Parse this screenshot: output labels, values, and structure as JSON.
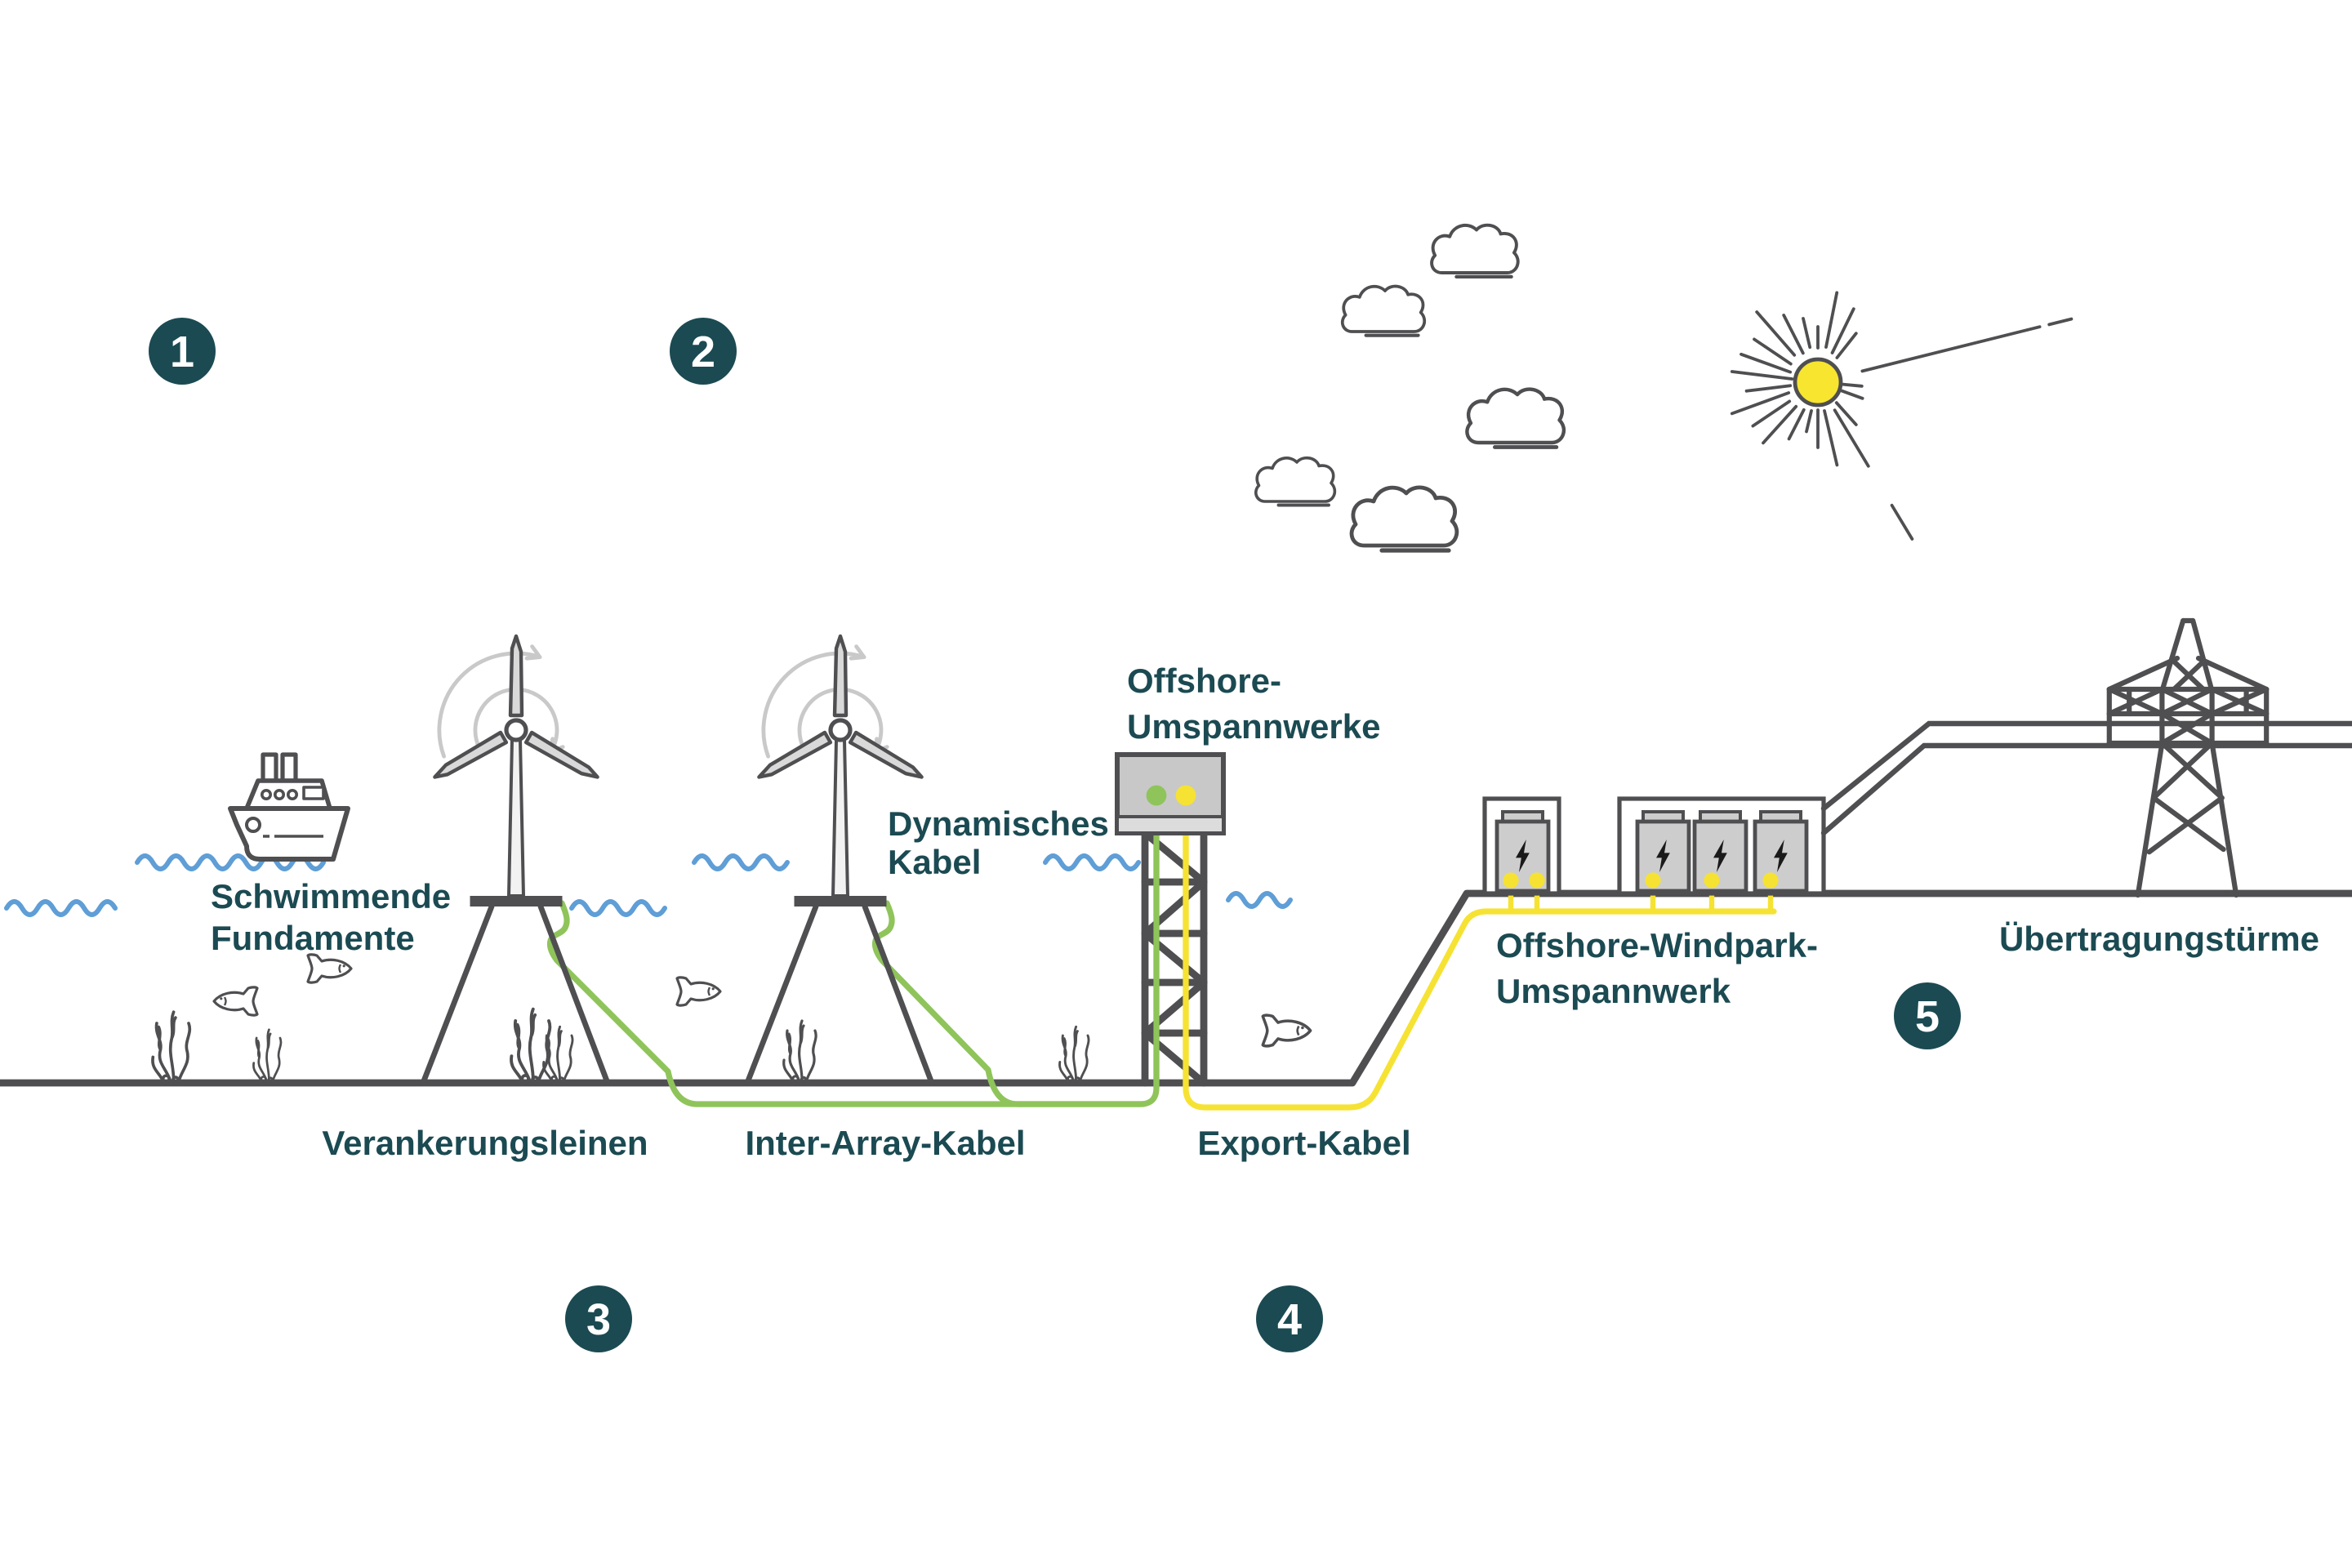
{
  "figure": {
    "markers": {
      "m1": "1",
      "m2": "2",
      "m3": "3",
      "m4": "4",
      "m5": "5"
    },
    "labels": {
      "floating_foundations": {
        "line1": "Schwimmende",
        "line2": "Fundamente"
      },
      "dynamic_cable": {
        "line1": "Dynamisches",
        "line2": "Kabel"
      },
      "offshore_substations": {
        "line1": "Offshore-",
        "line2": "Umspannwerke"
      },
      "anchor_lines": {
        "text": "Verankerungsleinen"
      },
      "inter_array_cable": {
        "text": "Inter-Array-Kabel"
      },
      "export_cable": {
        "text": "Export-Kabel"
      },
      "windfarm_substation": {
        "line1": "Offshore-Windpark-",
        "line2": "Umspannwerk"
      },
      "transmission_towers": {
        "text": "Übertragungstürme"
      }
    },
    "colors": {
      "accent_teal": "#1b4a52",
      "outline_gray": "#4f4f52",
      "light_gray": "#d9d9d9",
      "water_blue": "#5f9ed6",
      "cable_green": "#8fc45a",
      "cable_yellow": "#f6e233",
      "sun_yellow": "#f7e52f"
    }
  }
}
